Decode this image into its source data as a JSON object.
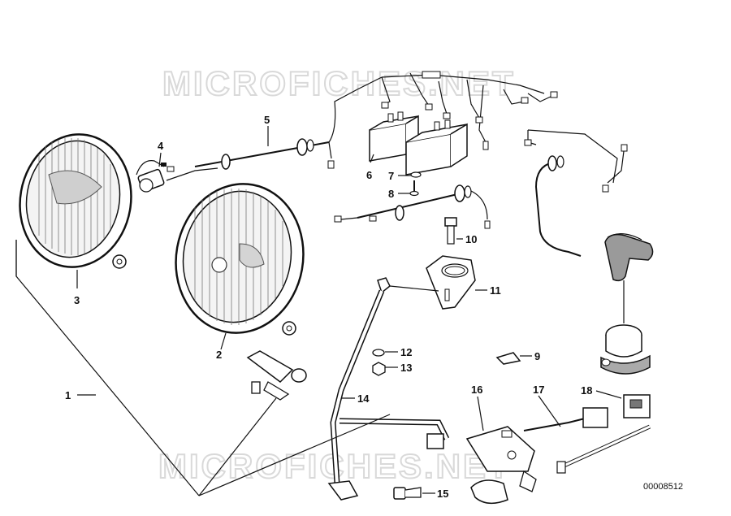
{
  "watermark": {
    "text": "MICROFICHES.NET"
  },
  "diagram_code": "00008512",
  "parts": [
    {
      "number": "1"
    },
    {
      "number": "2"
    },
    {
      "number": "3"
    },
    {
      "number": "4"
    },
    {
      "number": "5"
    },
    {
      "number": "6"
    },
    {
      "number": "7"
    },
    {
      "number": "8"
    },
    {
      "number": "9"
    },
    {
      "number": "10"
    },
    {
      "number": "11"
    },
    {
      "number": "12"
    },
    {
      "number": "13"
    },
    {
      "number": "14"
    },
    {
      "number": "15"
    },
    {
      "number": "16"
    },
    {
      "number": "17"
    },
    {
      "number": "18"
    }
  ]
}
